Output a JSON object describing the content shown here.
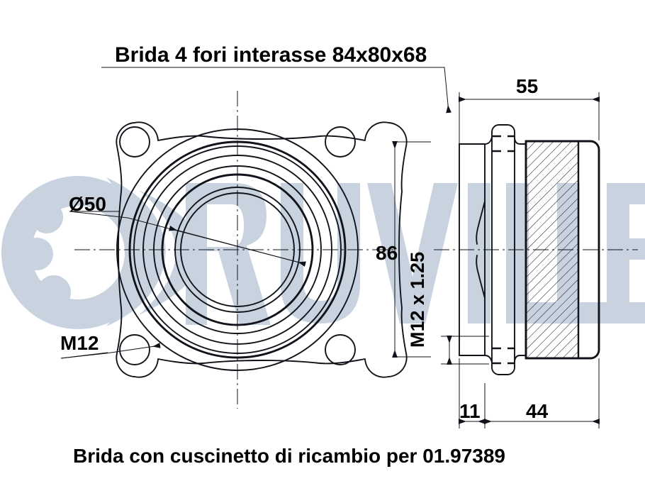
{
  "drawing": {
    "title_top": "Brida 4 fori interasse 84x80x68",
    "caption_bottom": "Brida con cuscinetto di ricambio per 01.97389",
    "watermark_text": "RUVILLE",
    "watermark_color": "#c9d3e0",
    "line_color": "#10131a",
    "background_color": "#ffffff"
  },
  "dimensions": {
    "bore_diameter": "Ø50",
    "bolt_thread": "M12",
    "hub_thread": "M12 x 1.25",
    "flange_height": "86",
    "overall_width": "55",
    "shoulder_width": "11",
    "body_width": "44"
  },
  "views": {
    "front_view_name": "flange-front-view",
    "section_view_name": "flange-cross-section"
  }
}
